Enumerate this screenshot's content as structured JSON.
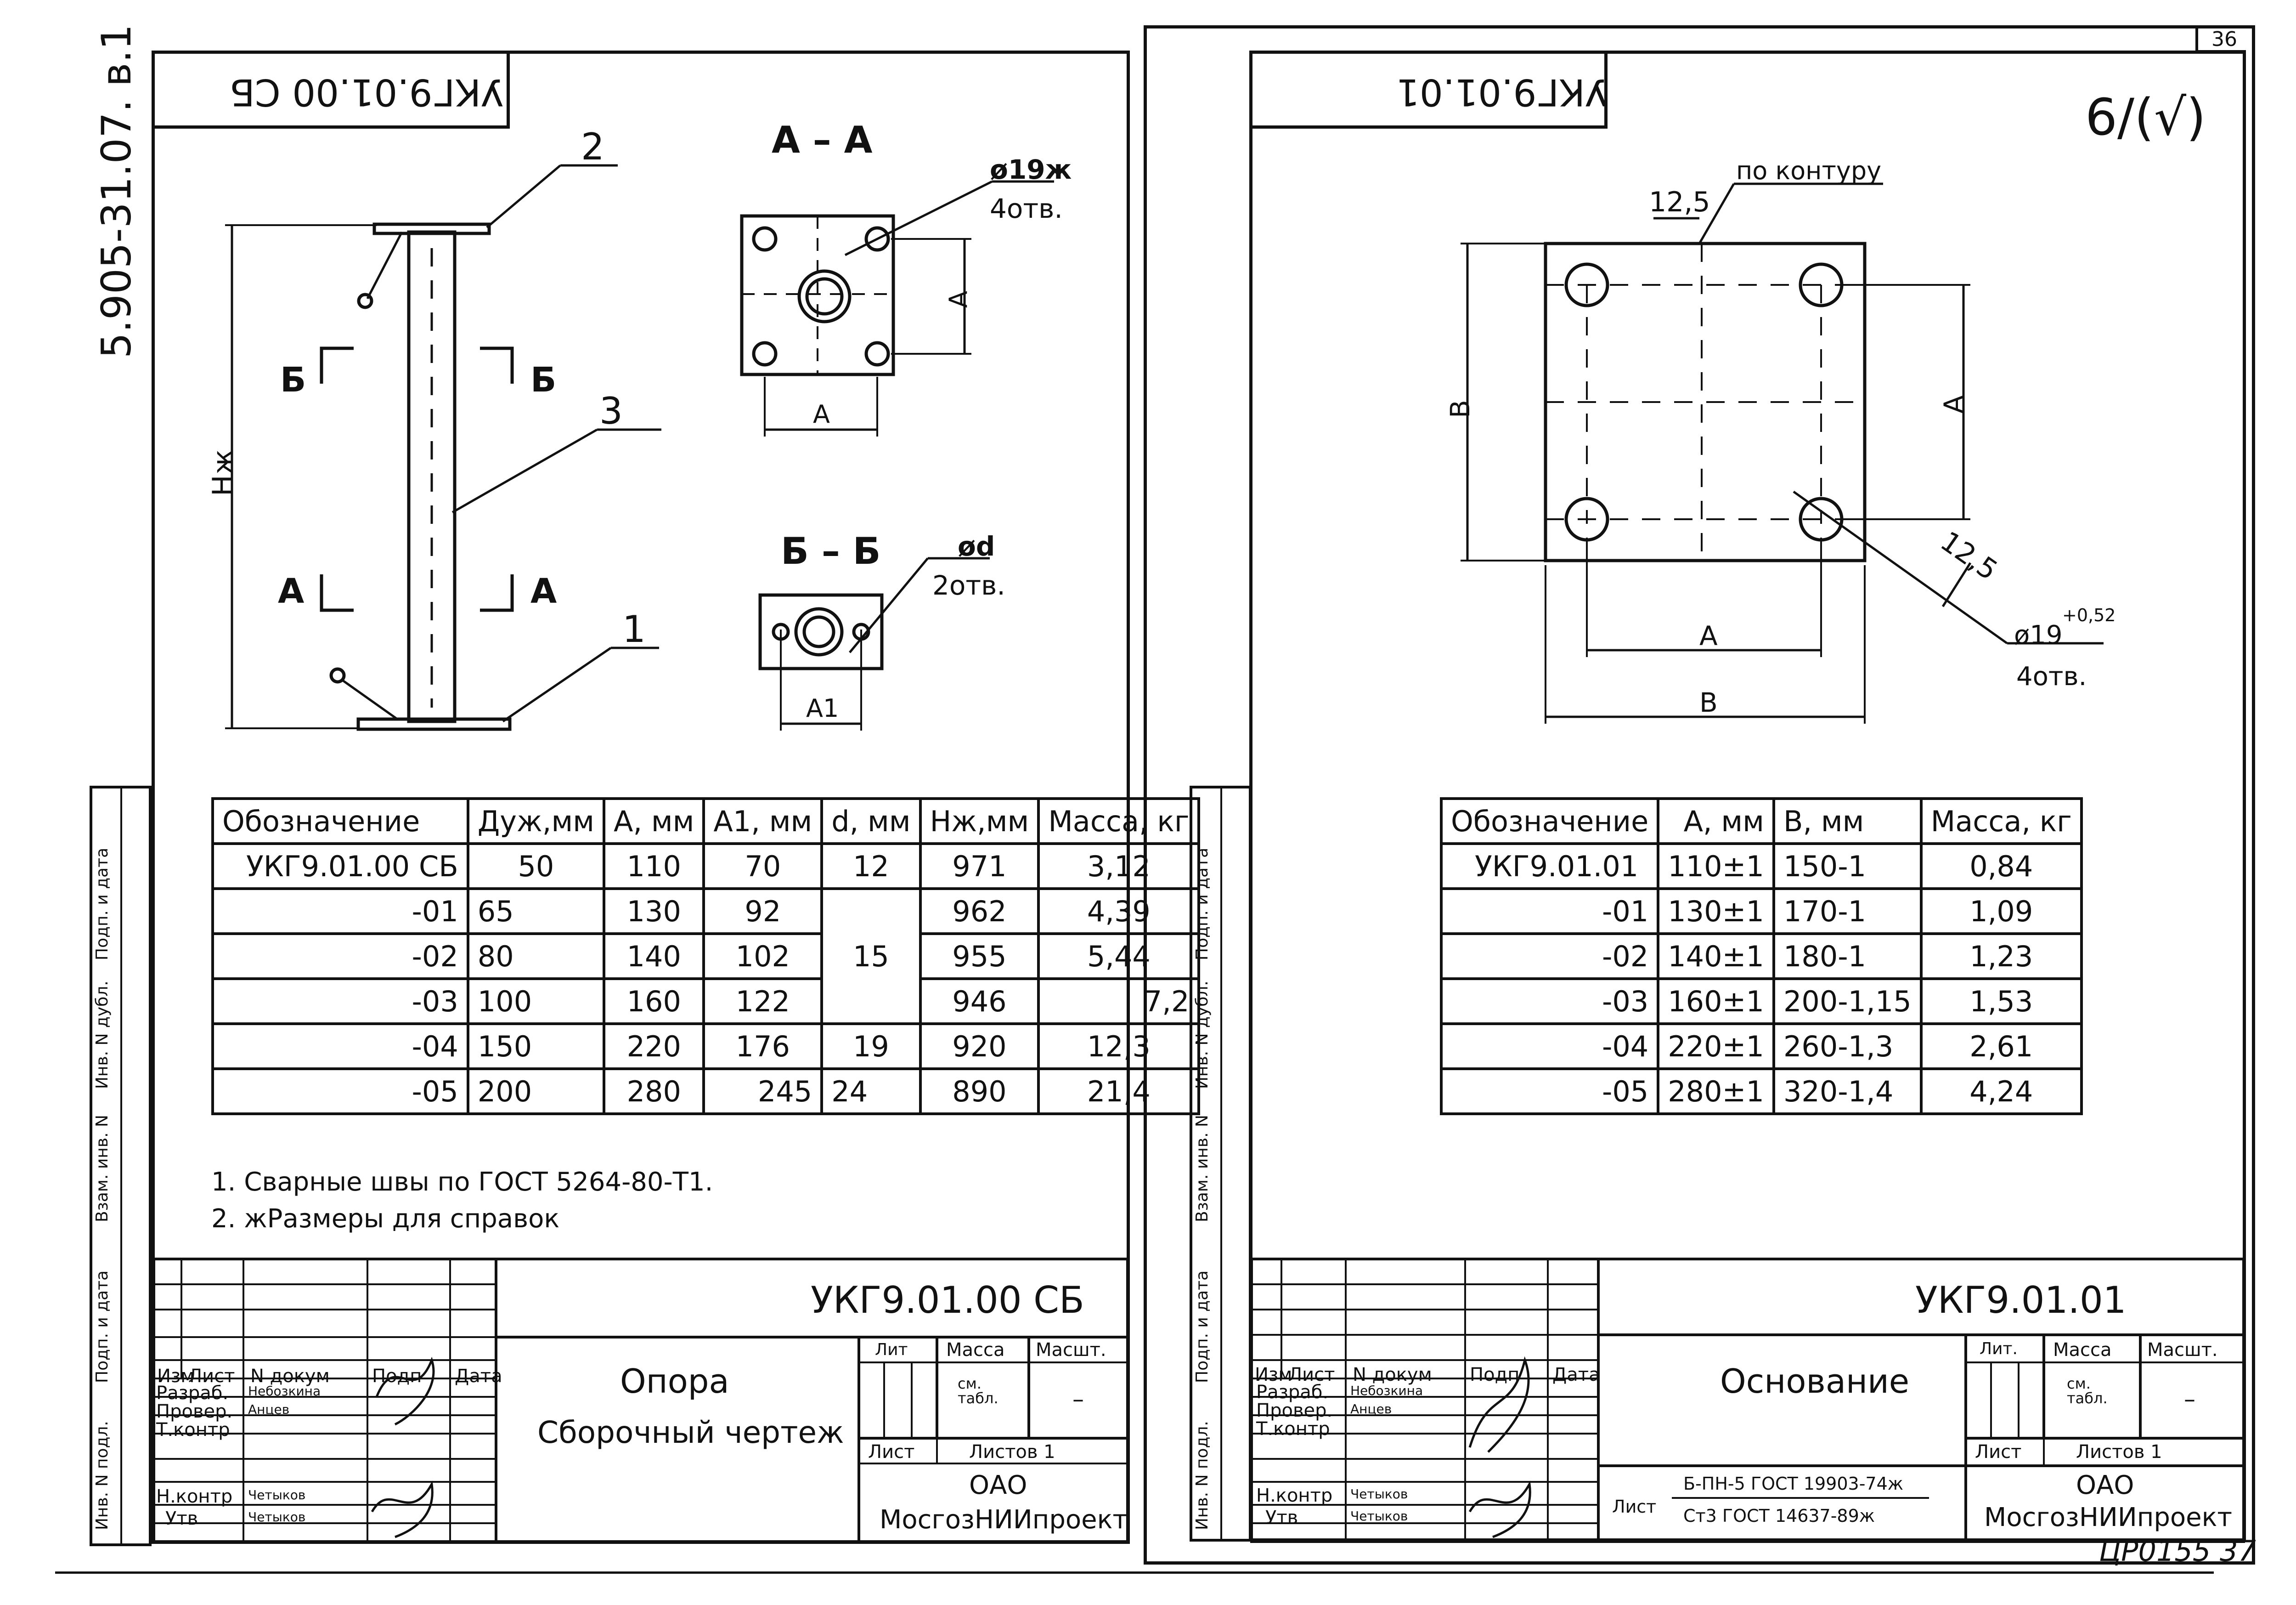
{
  "left_sheet": {
    "rev_code": "УКГ9.01.00 СБ",
    "margin_label": "5.905-31.07. в.1",
    "section_aa": "А – А",
    "section_bb": "Б – Б",
    "hole_aa": "ø19ж",
    "hole_aa_count": "4отв.",
    "hole_bb": "ød",
    "hole_bb_count": "2отв.",
    "dim_a": "А",
    "dim_a1": "А1",
    "dim_h": "Нж",
    "cut_b": "Б",
    "cut_a": "А",
    "pos_1": "1",
    "pos_2": "2",
    "pos_3": "3",
    "table": {
      "headers": [
        "Обозначение",
        "Дуж,мм",
        "А, мм",
        "А1, мм",
        "d, мм",
        "Нж,мм",
        "Масса, кг"
      ],
      "rows": [
        [
          "УКГ9.01.00 СБ",
          "50",
          "110",
          "70",
          "12",
          "971",
          "3,12"
        ],
        [
          "-01",
          "65",
          "130",
          "92",
          "",
          "962",
          "4,39"
        ],
        [
          "-02",
          "80",
          "140",
          "102",
          "15",
          "955",
          "5,44"
        ],
        [
          "-03",
          "100",
          "160",
          "122",
          "",
          "946",
          "7,2"
        ],
        [
          "-04",
          "150",
          "220",
          "176",
          "19",
          "920",
          "12,3"
        ],
        [
          "-05",
          "200",
          "280",
          "245",
          "24",
          "890",
          "21,4"
        ]
      ]
    },
    "notes": [
      "1. Сварные швы по ГОСТ 5264-80-Т1.",
      "2. жРазмеры для справок"
    ],
    "title_block": {
      "code": "УКГ9.01.00 СБ",
      "name_line1": "Опора",
      "name_line2": "Сборочный чертеж",
      "lit": "Лит",
      "mass": "Масса",
      "scale": "Масшт.",
      "mass_val": "см. табл.",
      "scale_val": "–",
      "sheet": "Лист",
      "sheets": "Листов 1",
      "org1": "ОАО",
      "org2": "МосгозНИИпроект",
      "rows": [
        "Изм",
        "Лист",
        "N докум",
        "Подп",
        "Дата"
      ],
      "roles": [
        "Разраб.",
        "Провер.",
        "Т.контр",
        "",
        "Н.контр",
        "Утв"
      ],
      "people": [
        "Небозкина",
        "Анцев",
        "",
        "",
        "Четыков",
        "Четыков"
      ]
    }
  },
  "right_sheet": {
    "sheet_no": "36",
    "rev_code": "УКГ9.01.01",
    "roughness": "6/(√)",
    "contour_note": "по контуру",
    "weld": "12,5",
    "weld2": "12,5",
    "hole": "ø19",
    "hole_tol": "+0,52",
    "hole_count": "4отв.",
    "dim_a": "А",
    "dim_b": "В",
    "table": {
      "headers": [
        "Обозначение",
        "А, мм",
        "В, мм",
        "Масса, кг"
      ],
      "rows": [
        [
          "УКГ9.01.01",
          "110±1",
          "150-1",
          "0,84"
        ],
        [
          "-01",
          "130±1",
          "170-1",
          "1,09"
        ],
        [
          "-02",
          "140±1",
          "180-1",
          "1,23"
        ],
        [
          "-03",
          "160±1",
          "200-1,15",
          "1,53"
        ],
        [
          "-04",
          "220±1",
          "260-1,3",
          "2,61"
        ],
        [
          "-05",
          "280±1",
          "320-1,4",
          "4,24"
        ]
      ]
    },
    "title_block": {
      "code": "УКГ9.01.01",
      "name": "Основание",
      "lit": "Лит.",
      "mass": "Масса",
      "scale": "Масшт.",
      "mass_val": "см. табл.",
      "scale_val": "–",
      "sheet": "Лист",
      "sheets": "Листов 1",
      "org1": "ОАО",
      "org2": "МосгозНИИпроект",
      "material_label": "Лист",
      "material1": "Б-ПН-5 ГОСТ 19903-74ж",
      "material2": "Ст3 ГОСТ 14637-89ж",
      "rows": [
        "Изм",
        "Лист",
        "N докум",
        "Подп",
        "Дата"
      ],
      "roles": [
        "Разраб.",
        "Провер.",
        "Т.контр",
        "",
        "Н.контр",
        "Утв"
      ],
      "people": [
        "Небозкина",
        "Анцев",
        "",
        "",
        "Четыков",
        "Четыков"
      ]
    },
    "footer_num": "ЦР0155 37"
  },
  "side_stamp": [
    "Подп. и дата",
    "Инв. N дубл.",
    "Взам. инв. N",
    "Подп. и дата",
    "Инв. N подл."
  ]
}
